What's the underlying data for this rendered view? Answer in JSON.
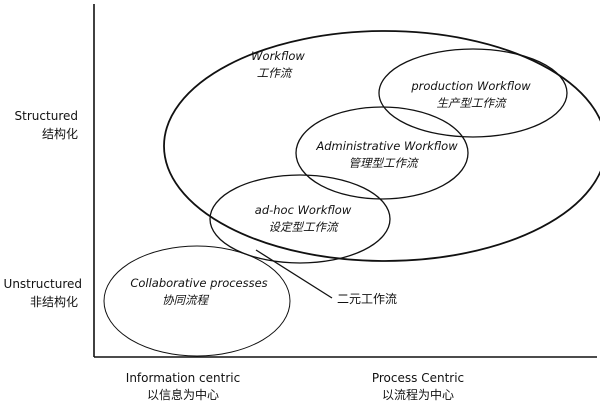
{
  "y_axis": {
    "top": {
      "en": "Structured",
      "zh": "结构化"
    },
    "bottom": {
      "en": "Unstructured",
      "zh": "非结构化"
    }
  },
  "x_axis": {
    "left": {
      "en": "Information centric",
      "zh": "以信息为中心"
    },
    "right": {
      "en": "Process Centric",
      "zh": "以流程为中心"
    }
  },
  "ellipses": {
    "workflow": {
      "en": "Workflow",
      "zh": "工作流"
    },
    "production": {
      "en": "production Workflow",
      "zh": "生产型工作流"
    },
    "administrative": {
      "en": "Administrative Workflow",
      "zh": "管理型工作流"
    },
    "adhoc": {
      "en": "ad-hoc Workflow",
      "zh": "设定型工作流"
    },
    "collaborative": {
      "en": "Collaborative processes",
      "zh": "协同流程"
    }
  },
  "callout": {
    "label": "二元工作流"
  },
  "colors": {
    "line": "#111111",
    "overlap_fill": "#555555",
    "background": "#ffffff"
  }
}
